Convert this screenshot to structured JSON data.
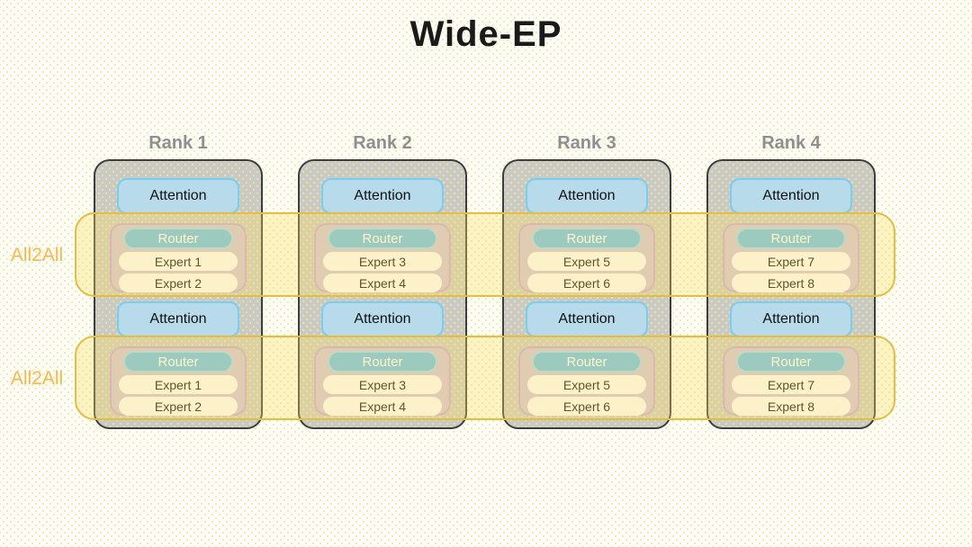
{
  "title": "Wide-EP",
  "band_labels": {
    "top": "All2All",
    "bottom": "All2All"
  },
  "block_labels": {
    "attention": "Attention",
    "router": "Router"
  },
  "ranks": [
    {
      "label": "Rank 1",
      "experts": [
        "Expert 1",
        "Expert 2"
      ]
    },
    {
      "label": "Rank 2",
      "experts": [
        "Expert 3",
        "Expert 4"
      ]
    },
    {
      "label": "Rank 3",
      "experts": [
        "Expert 5",
        "Expert 6"
      ]
    },
    {
      "label": "Rank 4",
      "experts": [
        "Expert 7",
        "Expert 8"
      ]
    }
  ],
  "colors": {
    "title": "#1a1a1a",
    "rank_label": "#8f8f8f",
    "rank_fill": "#cacac5",
    "rank_border": "#3d3d3d",
    "attention_fill": "#b7dbeb",
    "attention_border": "#7bcdf0",
    "group_fill": "#d2c4d8",
    "group_border": "#c9a6d6",
    "router_fill": "#6fc0ea",
    "router_border": "#9ed7f3",
    "router_text": "#ffffff",
    "expert_fill": "#fdfafc",
    "band_fill": "rgba(255,223,97,0.32)",
    "band_border": "#e4be41",
    "all2all_text": "#fbb850"
  }
}
